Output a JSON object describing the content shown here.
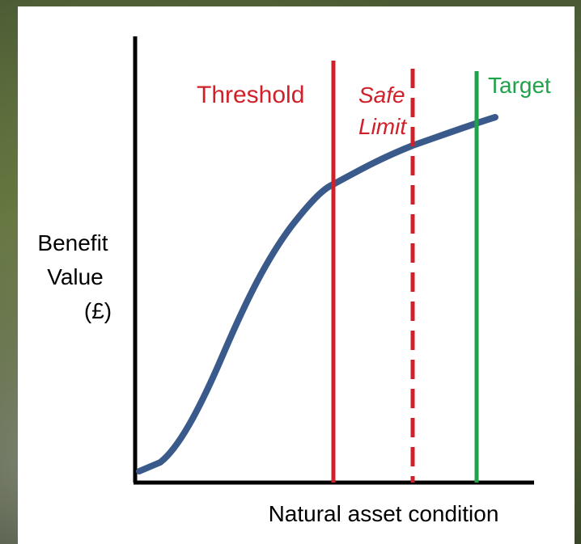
{
  "diagram": {
    "y_axis_label_lines": [
      "Benefit",
      "Value",
      "(£)"
    ],
    "x_axis_label": "Natural asset condition",
    "markers": {
      "threshold": {
        "label": "Threshold",
        "color": "#d0202a"
      },
      "safe_limit": {
        "label_line1": "Safe",
        "label_line2": "Limit",
        "color": "#d0202a"
      },
      "target": {
        "label": "Target",
        "color": "#1fa34a"
      }
    },
    "curve_color": "#3a5a8c",
    "axis_color": "#000000"
  }
}
